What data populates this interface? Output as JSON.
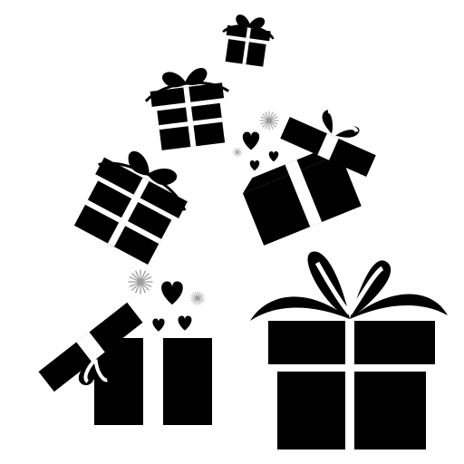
{
  "image": {
    "background": "#ffffff",
    "ink": "#000000",
    "gap": "#ffffff",
    "sparkle": "#9a9a9a"
  },
  "gifts": [
    {
      "name": "gift-small-top",
      "state": "closed"
    },
    {
      "name": "gift-medium-top",
      "state": "closed"
    },
    {
      "name": "gift-tilted-left",
      "state": "closed"
    },
    {
      "name": "gift-open-right",
      "state": "open",
      "decorations": [
        "heart-icon",
        "heart-icon",
        "heart-icon",
        "sparkle-icon",
        "sparkle-icon"
      ]
    },
    {
      "name": "gift-open-bottom-left",
      "state": "open",
      "decorations": [
        "heart-icon",
        "heart-icon",
        "heart-icon",
        "sparkle-icon",
        "sparkle-icon"
      ]
    },
    {
      "name": "gift-large-bottom-right",
      "state": "closed"
    }
  ]
}
